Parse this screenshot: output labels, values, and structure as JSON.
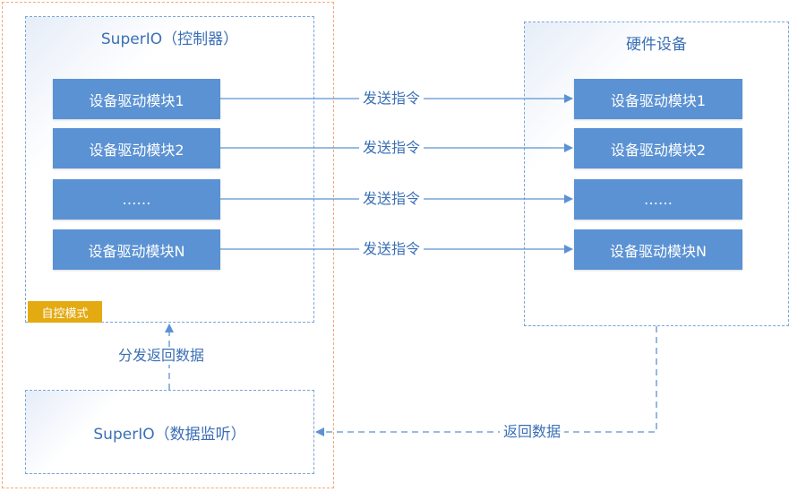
{
  "controller": {
    "title": "SuperIO（控制器）",
    "modules": [
      "设备驱动模块1",
      "设备驱动模块2",
      "……",
      "设备驱动模块N"
    ],
    "mode_badge": "自控模式"
  },
  "device_group": {
    "title": "硬件设备",
    "modules": [
      "设备驱动模块1",
      "设备驱动模块2",
      "……",
      "设备驱动模块N"
    ]
  },
  "monitor": {
    "title": "SuperIO（数据监听）"
  },
  "edges": {
    "send_labels": [
      "发送指令",
      "发送指令",
      "发送指令",
      "发送指令"
    ],
    "return_label": "返回数据",
    "dispatch_label": "分发返回数据"
  },
  "colors": {
    "module_fill": "#5b92d3",
    "arrow": "#5b92d3",
    "group_border": "#7aa6d6",
    "outer_border": "#f4a97a",
    "badge": "#e3aa12",
    "text": "#3a6fb5"
  }
}
